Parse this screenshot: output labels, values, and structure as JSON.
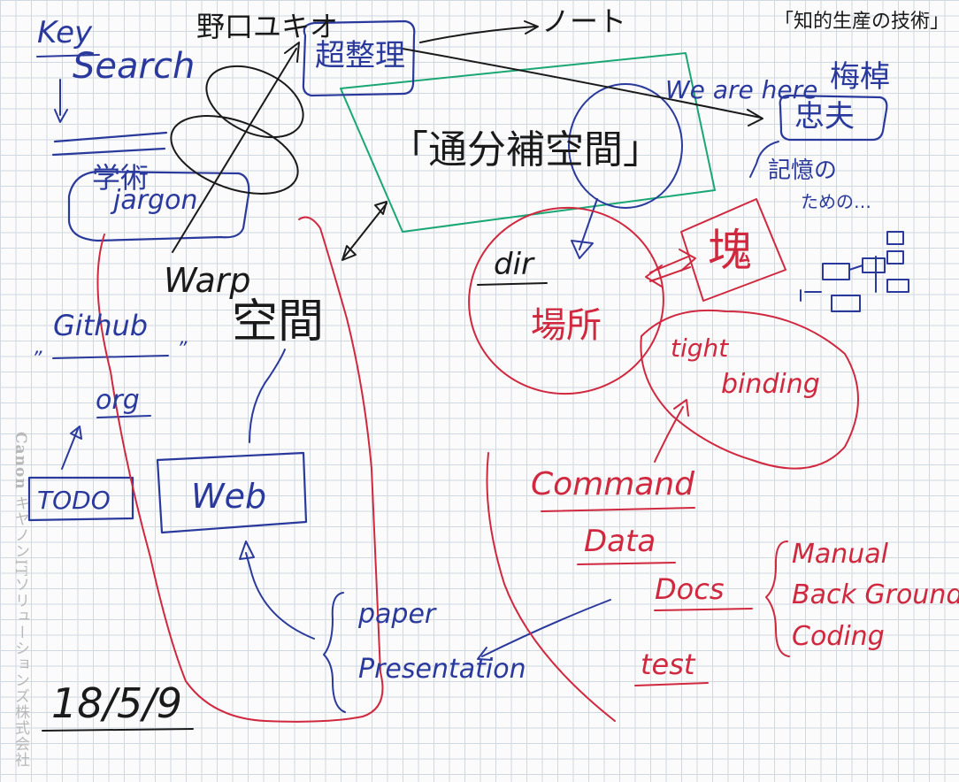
{
  "notes": {
    "key": "Key",
    "search": "Search",
    "noguchi": "野口ユキオ",
    "chouseiri": "超整理",
    "note_top": "ノート",
    "book_ref": "「知的生産の技術」",
    "we_are_here": "We are here",
    "umesao": "梅棹",
    "tadao": "忠夫",
    "kioku": "記憶の",
    "tameno": "ための…",
    "central_space": "「通分補空間」",
    "jargon": "jargon",
    "gakujutsu": "学術",
    "warp": "Warp",
    "kuukan": "空間",
    "github": "Github",
    "quote_open": "”",
    "quote_close": "”",
    "org": "org",
    "todo": "TODO",
    "web": "Web",
    "dir": "dir",
    "basho": "場所",
    "katamari": "塊",
    "tight": "tight",
    "binding": "binding",
    "command": "Command",
    "data_word": "Data",
    "docs": "Docs",
    "test": "test",
    "manual": "Manual",
    "background": "Back Ground",
    "coding": "Coding",
    "paper": "paper",
    "presentation": "Presentation",
    "date": "18/5/9"
  },
  "sidebar": {
    "brand": "Canon",
    "company": "キヤノンITソリューションズ株式会社"
  },
  "colors": {
    "paper": "#fbfbfb",
    "grid": "#d2d8e0",
    "blue_ink": "#2a3a9c",
    "black_ink": "#1a1a1a",
    "red_ink": "#d0283e",
    "green_ink": "#1aa774"
  }
}
